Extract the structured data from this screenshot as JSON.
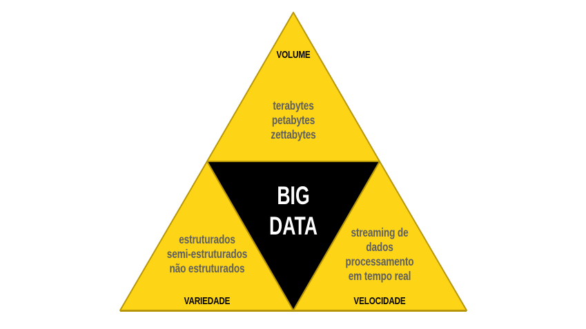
{
  "diagram": {
    "colors": {
      "yellow_fill": "#fdd516",
      "yellow_border": "#b8960a",
      "center_fill": "#000000",
      "title_text": "#000000",
      "description_text": "#5f5f5f",
      "center_text": "#ffffff"
    },
    "center": {
      "lines": [
        "BIG",
        "DATA"
      ]
    },
    "top": {
      "title": "VOLUME",
      "lines": [
        "terabytes",
        "petabytes",
        "zettabytes"
      ]
    },
    "left": {
      "title": "VARIEDADE",
      "lines": [
        "estruturados",
        "semi-estruturados",
        "não estruturados"
      ]
    },
    "right": {
      "title": "VELOCIDADE",
      "lines": [
        "streaming de",
        "dados",
        "processamento",
        "em tempo real"
      ]
    }
  }
}
